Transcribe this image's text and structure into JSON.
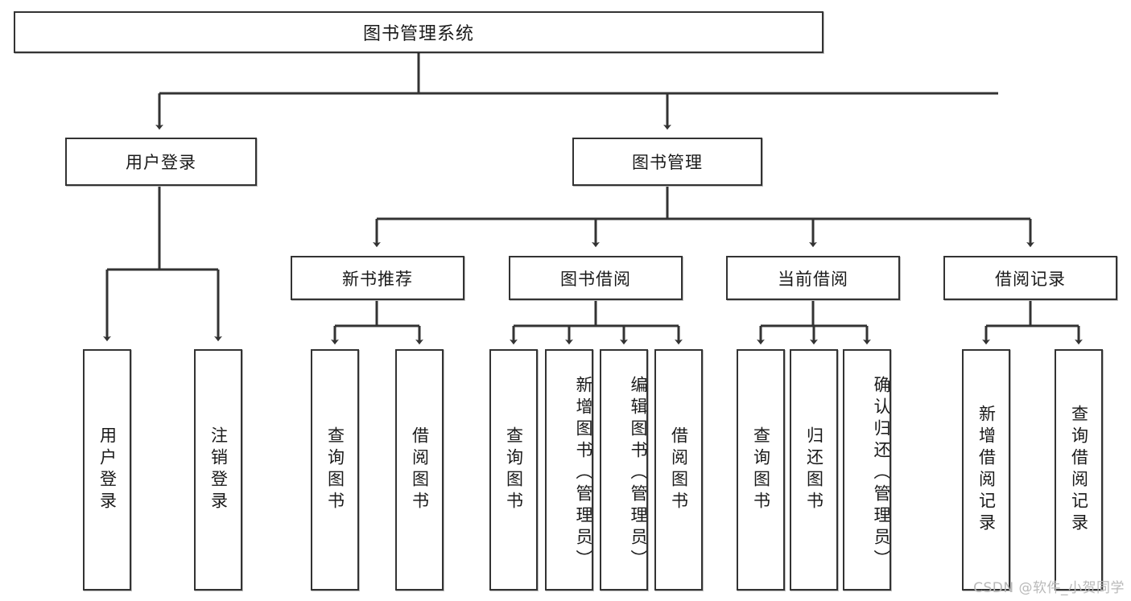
{
  "diagram": {
    "title": "图书管理系统",
    "type": "tree-hierarchy-chart",
    "watermark": "CSDN @软件_小贺同学",
    "colors": {
      "border": "#333333",
      "background": "#ffffff",
      "text": "#1a1a1a",
      "watermark": "#b9b9b9"
    },
    "levels": {
      "root": {
        "label": "图书管理系统"
      },
      "level2": [
        {
          "label": "用户登录"
        },
        {
          "label": "图书管理"
        }
      ],
      "level3": [
        {
          "label": "新书推荐"
        },
        {
          "label": "图书借阅"
        },
        {
          "label": "当前借阅"
        },
        {
          "label": "借阅记录"
        }
      ],
      "leaves": [
        {
          "label": "用户登录",
          "parent": "用户登录"
        },
        {
          "label": "注销登录",
          "parent": "用户登录"
        },
        {
          "label": "查询图书",
          "parent": "新书推荐"
        },
        {
          "label": "借阅图书",
          "parent": "新书推荐"
        },
        {
          "label": "查询图书",
          "parent": "图书借阅"
        },
        {
          "label": "新增图书（管理员）",
          "parent": "图书借阅"
        },
        {
          "label": "编辑图书（管理员）",
          "parent": "图书借阅"
        },
        {
          "label": "借阅图书",
          "parent": "图书借阅"
        },
        {
          "label": "查询图书",
          "parent": "当前借阅"
        },
        {
          "label": "归还图书",
          "parent": "当前借阅"
        },
        {
          "label": "确认归还（管理员）",
          "parent": "当前借阅"
        },
        {
          "label": "新增借阅记录",
          "parent": "借阅记录"
        },
        {
          "label": "查询借阅记录",
          "parent": "借阅记录"
        }
      ]
    }
  }
}
